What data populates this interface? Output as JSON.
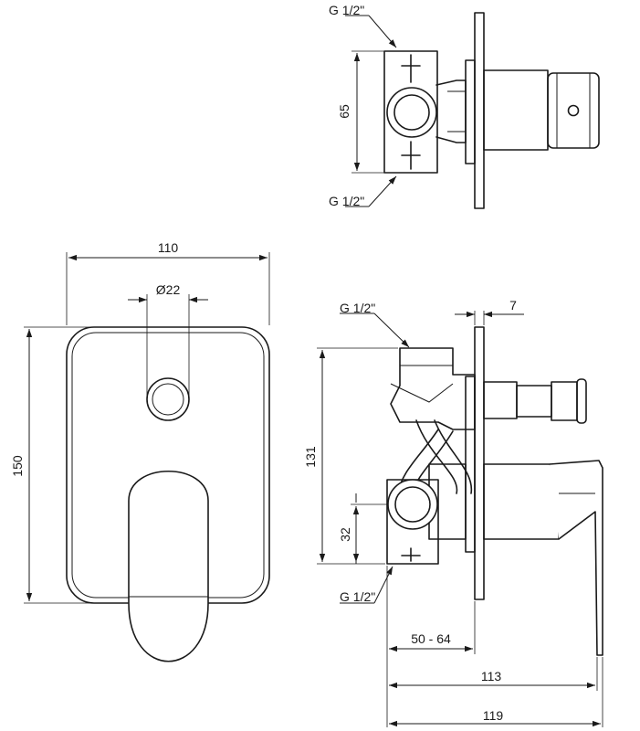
{
  "labels": {
    "top_g_upper": "G 1/2\"",
    "top_g_lower": "G 1/2\"",
    "top_height": "65",
    "front_width": "110",
    "front_hole": "Ø22",
    "front_height": "150",
    "side_g_upper": "G 1/2\"",
    "side_g_lower": "G 1/2\"",
    "side_plate": "7",
    "side_height": "131",
    "side_offset": "32",
    "side_depth_range": "50 - 64",
    "side_depth_113": "113",
    "side_depth_119": "119"
  }
}
